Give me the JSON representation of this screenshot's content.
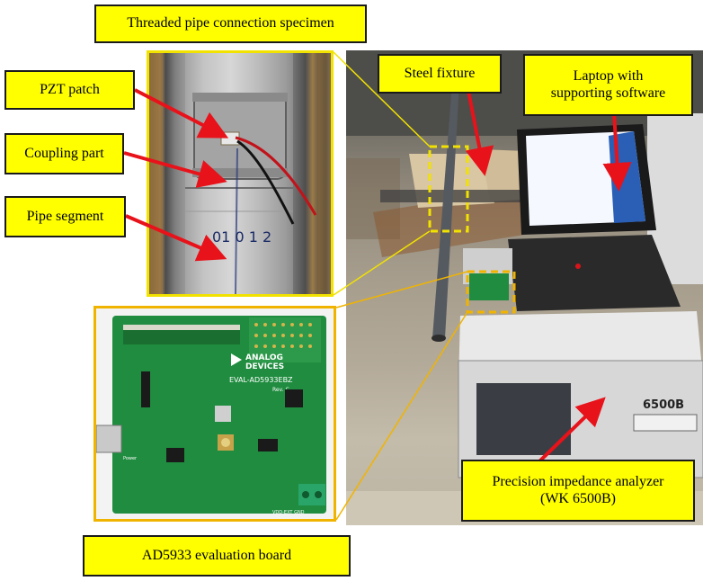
{
  "labels": {
    "specimen": "Threaded pipe connection specimen",
    "pzt": "PZT patch",
    "coupling": "Coupling part",
    "pipe_segment": "Pipe segment",
    "fixture": "Steel fixture",
    "laptop": "Laptop with\nsupporting software",
    "analyzer": "Precision impedance analyzer\n(WK 6500B)",
    "board": "AD5933 evaluation board"
  },
  "board_text": {
    "brand_line1": "ANALOG",
    "brand_line2": "DEVICES",
    "part": "EVAL-AD5933EBZ",
    "rev": "Rev. C",
    "power": "Power",
    "vdd": "VDD-EXT GND"
  },
  "photo_text": {
    "pipe_marks": "01 0 1 2",
    "analyzer_model": "6500B"
  },
  "colors": {
    "label_fill": "#ffff00",
    "specimen_frame": "#f2e200",
    "board_frame": "#f0b400",
    "arrow": "#e8121a",
    "pcb": "#1f8c3f"
  }
}
